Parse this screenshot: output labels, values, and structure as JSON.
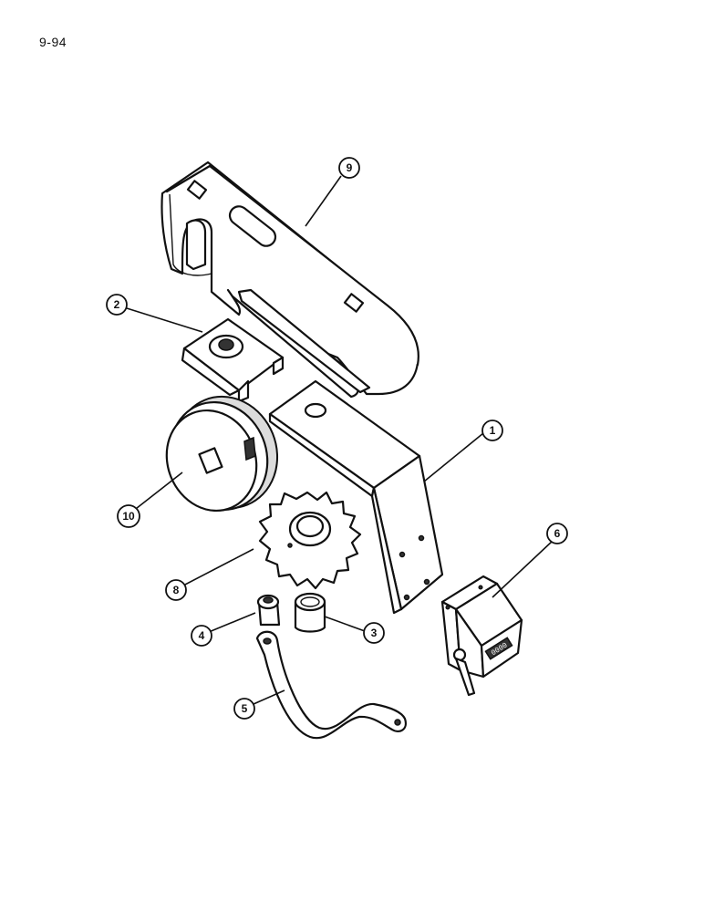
{
  "page_number": "9-94",
  "callouts": [
    {
      "label": "9",
      "part": "mounting-bracket"
    },
    {
      "label": "2",
      "part": "nut-plate"
    },
    {
      "label": "1",
      "part": "support-bracket"
    },
    {
      "label": "10",
      "part": "pulley"
    },
    {
      "label": "6",
      "part": "counter"
    },
    {
      "label": "8",
      "part": "sprocket"
    },
    {
      "label": "4",
      "part": "stud"
    },
    {
      "label": "3",
      "part": "bushing"
    },
    {
      "label": "5",
      "part": "strap"
    }
  ],
  "counter_display": "0000"
}
